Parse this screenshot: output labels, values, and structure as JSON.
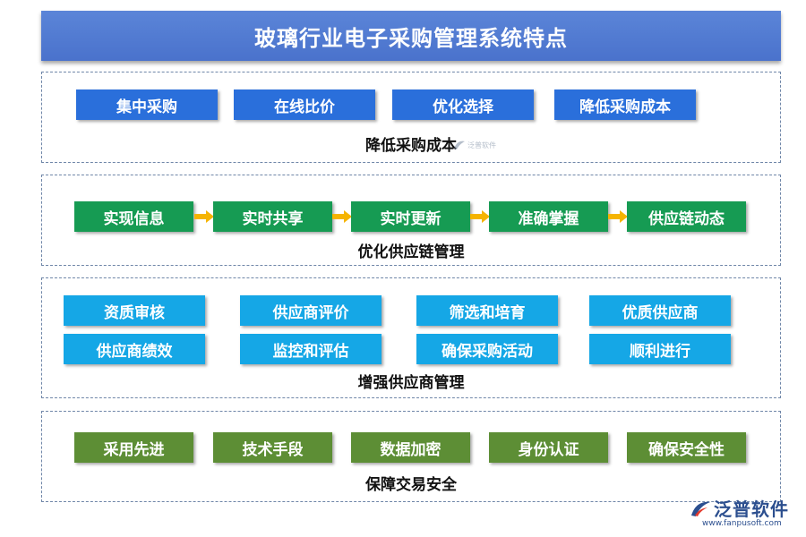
{
  "title": "玻璃行业电子采购管理系统特点",
  "sections": [
    {
      "label": "降低采购成本",
      "items": [
        "集中采购",
        "在线比价",
        "优化选择",
        "降低采购成本"
      ]
    },
    {
      "label": "优化供应链管理",
      "items": [
        "实现信息",
        "实时共享",
        "实时更新",
        "准确掌握",
        "供应链动态"
      ]
    },
    {
      "label": "增强供应商管理",
      "items": [
        "资质审核",
        "供应商评价",
        "筛选和培育",
        "优质供应商",
        "供应商绩效",
        "监控和评估",
        "确保采购活动",
        "顺利进行"
      ]
    },
    {
      "label": "保障交易安全",
      "items": [
        "采用先进",
        "技术手段",
        "数据加密",
        "身份认证",
        "确保安全性"
      ]
    }
  ],
  "watermark": "泛普软件",
  "logo": {
    "name": "泛普软件",
    "url": "www.fanpusoft.com"
  },
  "colors": {
    "title_bg": "#4a72cc",
    "section1_box": "#2a6fdb",
    "section2_box": "#169b53",
    "section3_box": "#15a7e6",
    "section4_box": "#5d8e35",
    "arrow": "#f5b400",
    "border": "#6f86a8"
  }
}
